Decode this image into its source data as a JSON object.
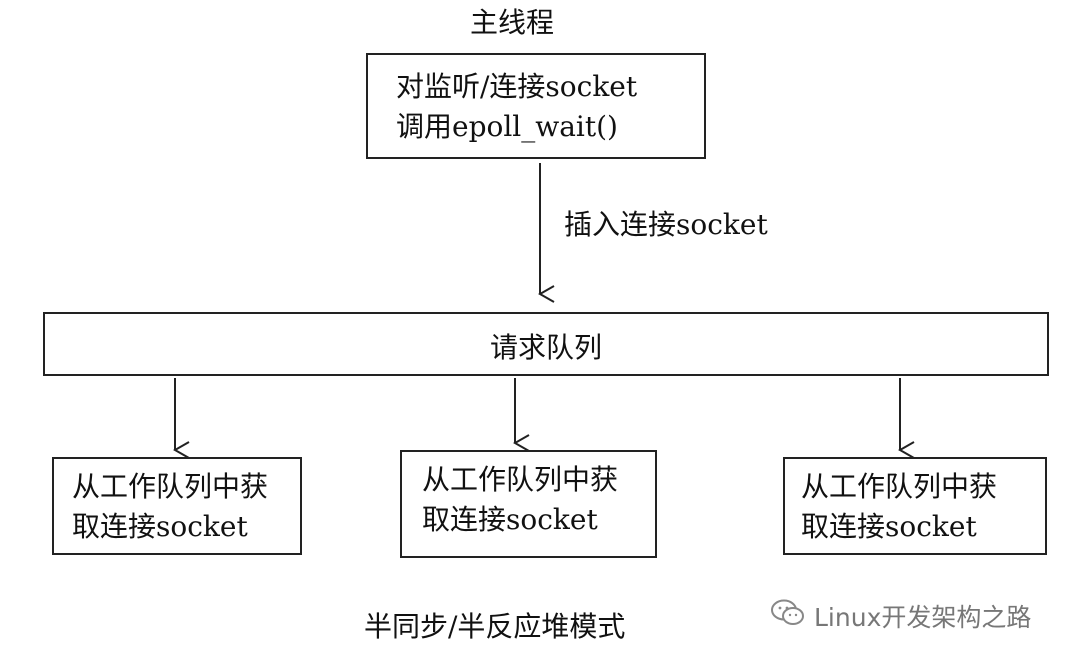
{
  "main_thread_title": "主线程",
  "main_box": {
    "line1": "对监听/连接socket",
    "line2": "调用epoll_wait()"
  },
  "insert_label": "插入连接socket",
  "queue_label": "请求队列",
  "workers": [
    {
      "line1": "从工作队列中获",
      "line2": "取连接socket"
    },
    {
      "line1": "从工作队列中获",
      "line2": "取连接socket"
    },
    {
      "line1": "从工作队列中获",
      "line2": "取连接socket"
    }
  ],
  "caption": "半同步/半反应堆模式",
  "watermark": {
    "text": "Linux开发架构之路",
    "icon": "wechat-icon"
  }
}
